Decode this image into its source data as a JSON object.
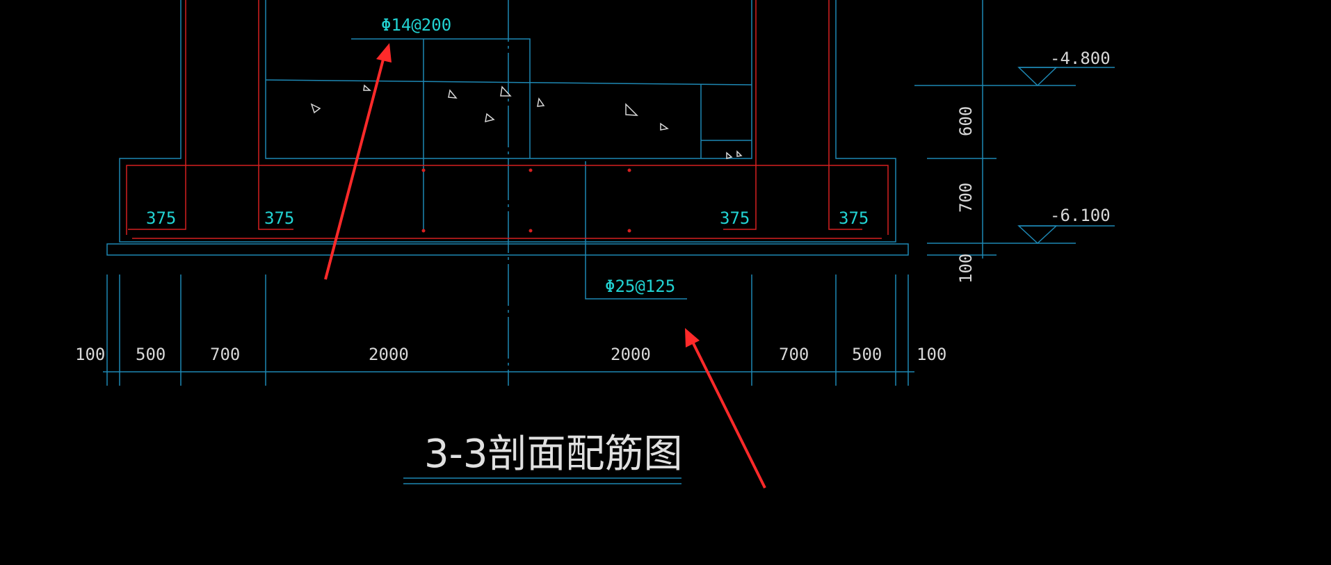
{
  "drawing": {
    "title": "3-3剖面配筋图",
    "rebar_top": "Φ14@200",
    "rebar_bottom": "Φ25@125",
    "anchor_lengths": [
      "375",
      "375",
      "375",
      "375"
    ],
    "elevations": [
      "-4.800",
      "-6.100"
    ],
    "vertical_dims": [
      "600",
      "700",
      "100"
    ],
    "horizontal_dims": [
      "100",
      "500",
      "700",
      "2000",
      "2000",
      "700",
      "500",
      "100"
    ]
  },
  "colors": {
    "background": "#000000",
    "structure_lines": "#1e88b4",
    "rebar": "#d62020",
    "annotation_text": "#22d3d3",
    "dimension_text": "#d8d8d8",
    "arrow": "#ff2a2a"
  }
}
